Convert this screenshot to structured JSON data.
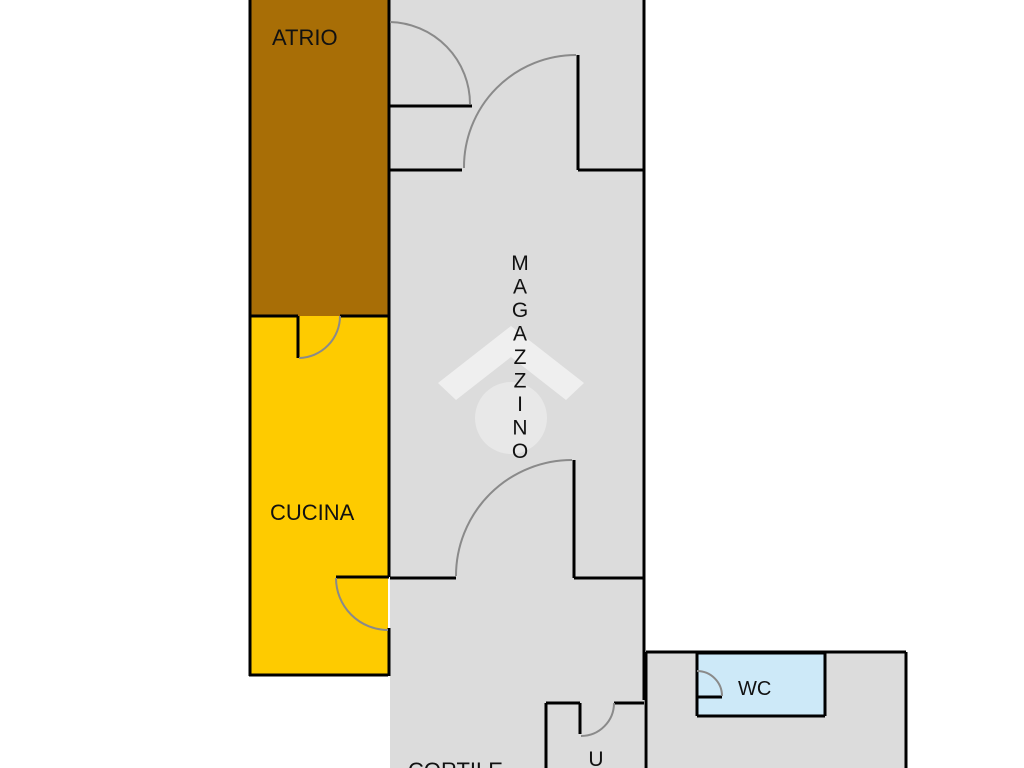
{
  "colors": {
    "wall": "#000000",
    "corridor": "#dcdcdc",
    "atrio": "#a86e06",
    "cucina": "#fecb00",
    "wc": "#cde9f8",
    "door_arc": "#8a8a8a",
    "watermark": "#ffffff"
  },
  "rooms": {
    "atrio": "ATRIO",
    "cucina": "CUCINA",
    "magazzino": "MAGAZZINO",
    "cortile": "CORTILE",
    "wc": "WC",
    "u": "U"
  }
}
